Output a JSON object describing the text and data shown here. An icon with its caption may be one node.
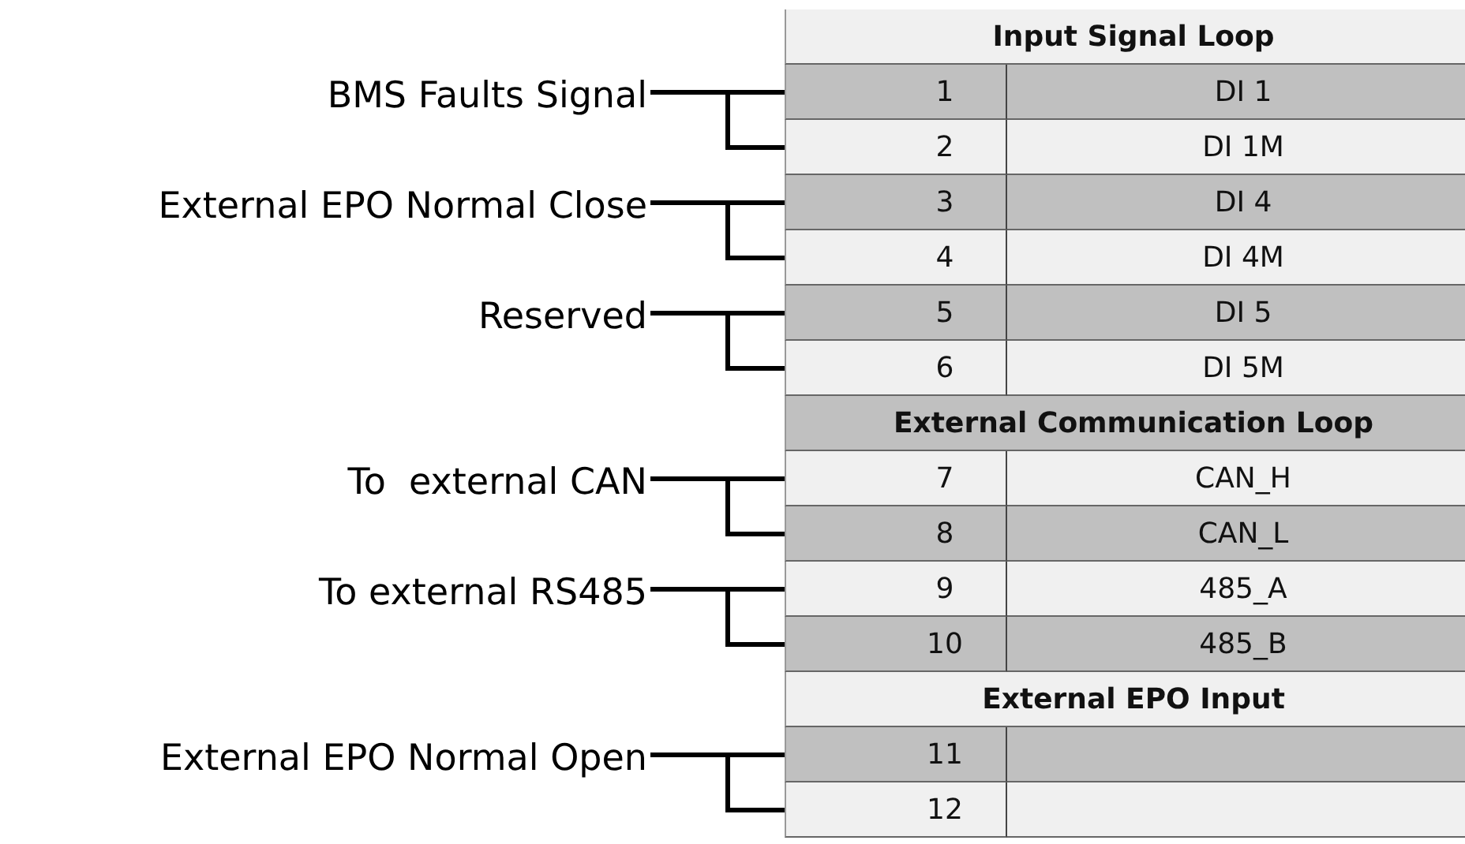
{
  "diagram": {
    "nodes": [
      {
        "text": [
          "BMS Faults Signal"
        ]
      },
      {
        "text": [
          "External EPO Normal Close"
        ]
      },
      {
        "text": [
          "Reserved"
        ]
      },
      {
        "text": [
          "To  external CAN"
        ]
      },
      {
        "text": [
          "To external RS485"
        ]
      },
      {
        "text": [
          "External EPO Normal Open"
        ]
      },
      {
        "text": [],
        "shape": "box"
      },
      {
        "text": [],
        "shape": "box"
      },
      {
        "text": [],
        "shape": "box"
      },
      {
        "text": [],
        "shape": "box"
      },
      {
        "text": [],
        "shape": "box"
      },
      {
        "text": [],
        "shape": "box"
      },
      {
        "text": [],
        "shape": "box"
      },
      {
        "text": [],
        "shape": "box"
      },
      {
        "text": [],
        "shape": "box"
      },
      {
        "text": [],
        "shape": "box"
      },
      {
        "text": [],
        "shape": "box"
      },
      {
        "text": [],
        "shape": "box"
      }
    ],
    "edges": [
      {
        "from": 0,
        "to": 6,
        "arrow": "none"
      },
      {
        "from": 0,
        "to": 7,
        "arrow": "none"
      },
      {
        "from": 1,
        "to": 8,
        "arrow": "none"
      },
      {
        "from": 1,
        "to": 9,
        "arrow": "none"
      },
      {
        "from": 2,
        "to": 10,
        "arrow": "none"
      },
      {
        "from": 2,
        "to": 11,
        "arrow": "none"
      },
      {
        "from": 3,
        "to": 12,
        "arrow": "none"
      },
      {
        "from": 3,
        "to": 13,
        "arrow": "none"
      },
      {
        "from": 4,
        "to": 14,
        "arrow": "none"
      },
      {
        "from": 4,
        "to": 15,
        "arrow": "none"
      },
      {
        "from": 5,
        "to": 16,
        "arrow": "none"
      },
      {
        "from": 5,
        "to": 17,
        "arrow": "none"
      }
    ],
    "labels": [
      "Input Signal Loop",
      "1",
      "DI 1",
      "2",
      "DI 1M",
      "3",
      "DI 4",
      "4",
      "DI 4M",
      "5",
      "DI 5",
      "6",
      "DI 5M",
      "External Communication Loop",
      "7",
      "CAN_H",
      "8",
      "CAN_L",
      "9",
      "485_A",
      "10",
      "485_B",
      "External EPO Input",
      "11",
      "12"
    ]
  }
}
